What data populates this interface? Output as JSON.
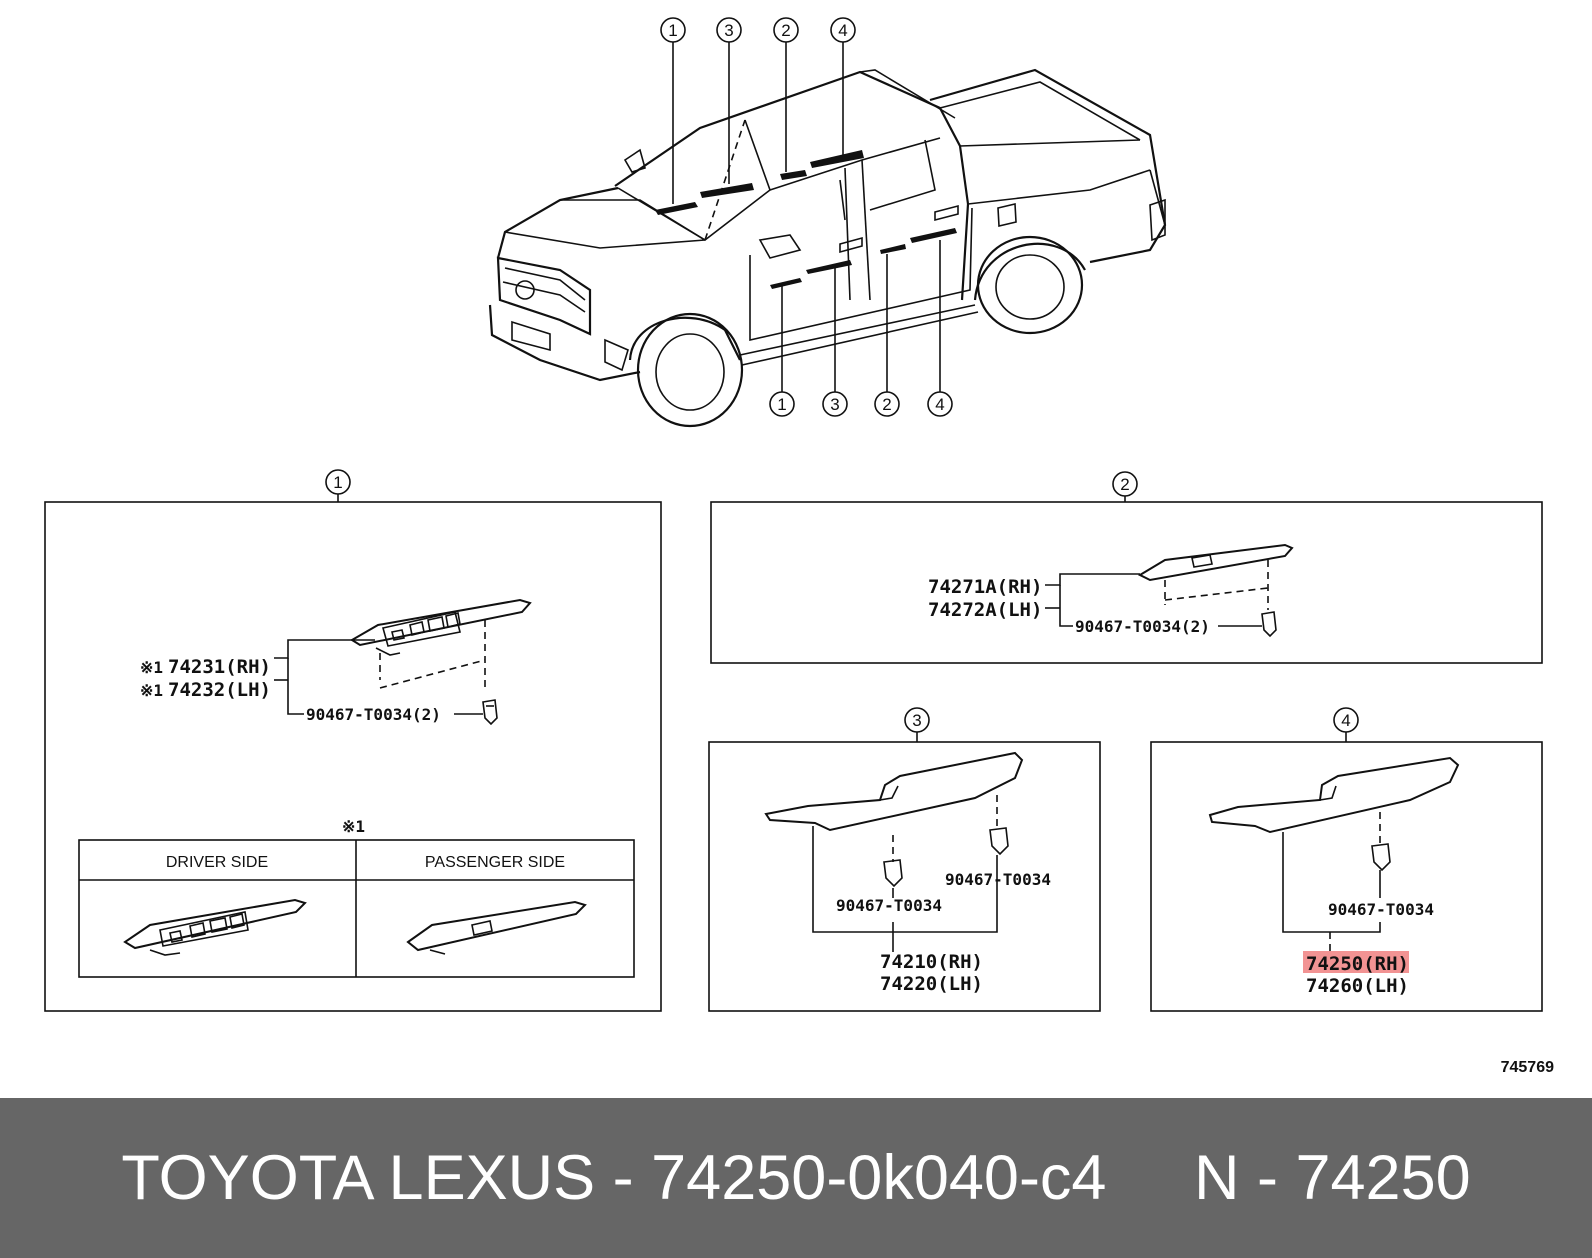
{
  "callouts": {
    "c1": "1",
    "c2": "2",
    "c3": "3",
    "c4": "4"
  },
  "panel1": {
    "note_mark": "※1",
    "part_rh": "74231(RH)",
    "part_lh": "74232(LH)",
    "clip": "90467-T0034(2)",
    "table": {
      "col1": "DRIVER SIDE",
      "col2": "PASSENGER SIDE"
    }
  },
  "panel2": {
    "part_rh": "74271A(RH)",
    "part_lh": "74272A(LH)",
    "clip": "90467-T0034(2)"
  },
  "panel3": {
    "clip_a": "90467-T0034",
    "clip_b": "90467-T0034",
    "part_rh": "74210(RH)",
    "part_lh": "74220(LH)"
  },
  "panel4": {
    "clip": "90467-T0034",
    "part_rh": "74250(RH)",
    "part_lh": "74260(LH)",
    "highlight_color": "#f08080"
  },
  "figure_id": "745769",
  "footer": {
    "text": "TOYOTA LEXUS - 74250-0k040-c4     N - 74250",
    "bg": "#666666"
  }
}
